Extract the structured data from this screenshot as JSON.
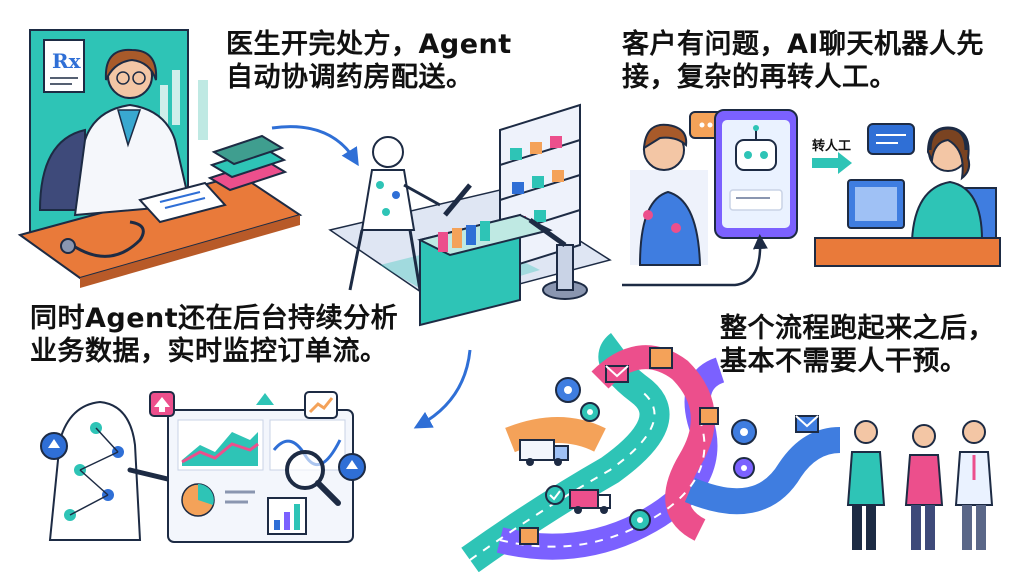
{
  "captions": {
    "doctor": "医生开完处方，Agent\n自动协调药房配送。",
    "chat": "客户有问题，AI聊天机器人先\n接，复杂的再转人工。",
    "agent_analytics": "同时Agent还在后台持续分析\n业务数据，实时监控订单流。",
    "workflow": "整个流程跑起来之后，\n基本不需要人干预。"
  },
  "labels": {
    "rx": "Rx",
    "transfer_human": "转人工"
  },
  "colors": {
    "teal": "#2ec4b6",
    "orange": "#f4a259",
    "blue": "#3f7de0",
    "pink": "#ec4f8c",
    "purple": "#7b61ff",
    "dark": "#1d2b44"
  }
}
